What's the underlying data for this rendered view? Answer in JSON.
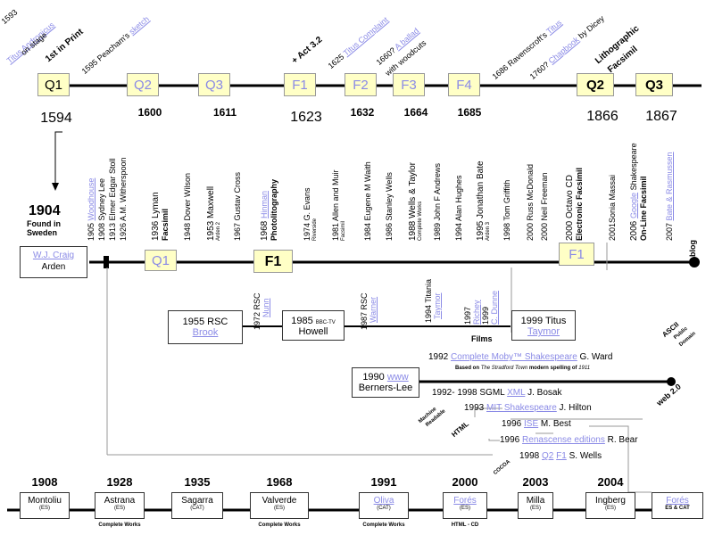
{
  "top": {
    "q1_1594": "Q1",
    "q2_1600": "Q2",
    "q3_1611": "Q3",
    "f1_1623": "F1",
    "f2_1632": "F2",
    "f3_1664": "F3",
    "f4_1685": "F4",
    "q2_1866": "Q2",
    "q3_1867": "Q3",
    "y1594": "1594",
    "y1600": "1600",
    "y1611": "1611",
    "y1623": "1623",
    "y1632": "1632",
    "y1664": "1664",
    "y1685": "1685",
    "y1866": "1866",
    "y1867": "1867",
    "l1593": "1593",
    "l1593_link": "Titus Andronicus",
    "l1593_b": "on stage",
    "first_print": "1st in Print",
    "peacham_a": "1595 Peacham's ",
    "peacham_link": "sketch",
    "act32": "+ Act 3.2",
    "l1625": "1625 ",
    "l1625_link": "Titus Complaint",
    "l1660": "1660? ",
    "l1660_link": "A ballad",
    "l1660_b": "with woodcuts",
    "l1686": "1686 Ravenscroft's ",
    "l1686_link": "Titus",
    "l1760": "1760? ",
    "l1760_link": "Chapbook",
    "l1760_b": " by Dicey",
    "litho": "Lithographic",
    "litho_b": "Facsimil"
  },
  "middle": {
    "y1904": "1904",
    "found": "Found in",
    "sweden": "Sweden",
    "craig_link": "W.J. Craig",
    "arden": "Arden",
    "q1": "Q1",
    "f1": "F1",
    "f1_2000": "F1",
    "blog": "blog",
    "labels": [
      {
        "a": "1905 ",
        "link": "Woodhouse"
      },
      {
        "a": "1908 Sydney Lee"
      },
      {
        "a": "1913 Elmer Edgar Stoll"
      },
      {
        "a": "1926 A.M. Witherspoon"
      },
      {
        "a": "1936 Lyman",
        "b": "Facsimil"
      },
      {
        "a": "1948 Dover Wilson"
      },
      {
        "a": "1953 Maxwell",
        "c": "Arden 2"
      },
      {
        "a": "1967 Gustav Cross"
      },
      {
        "a": "1968 ",
        "link": "Hinman",
        "b": "Photolitography"
      },
      {
        "a": "1974 G. Evans",
        "c": "Riverside"
      },
      {
        "a": "1981 Allen and Muir",
        "c": "Facsimil"
      },
      {
        "a": "1984 Eugene M Waith"
      },
      {
        "a": "1986 Stanley Wells"
      },
      {
        "a": "1988 Wells & Taylor",
        "c": "Complete Works"
      },
      {
        "a": "1989 John F Andrews"
      },
      {
        "a": "1994 Alan Hughes"
      },
      {
        "a": "1995 Jonathan Bate",
        "c": "Arden 3"
      },
      {
        "a": "1998 Tom Griffith"
      },
      {
        "a": "2000 Russ McDonald"
      },
      {
        "a": "2000 Neil Freeman"
      },
      {
        "a": "2000 Octavo CD",
        "b": "Electronic Facsimil"
      },
      {
        "a": "2001Sonia Massai"
      },
      {
        "a": "2006 ",
        "link": "Google",
        "a2": " Shakespeare",
        "b": "On-Line Facsimil"
      },
      {
        "a": "2007 ",
        "link": "Bate & Rasmussen"
      }
    ]
  },
  "films": {
    "rsc1955": "1955 RSC",
    "brook": "Brook",
    "rsc1972": "1972 RSC",
    "nunn": "Nunn",
    "bbc1985": "1985 ",
    "bbc_tv": "BBC-TV",
    "howell": "Howell",
    "rsc1987": "1987 RSC",
    "warner": "Warner",
    "titania1994": "1994 Titania",
    "taymor_link1": "Taymor",
    "y1997": "1997",
    "richey": "Richey",
    "y1999": "1999",
    "c_dunne": "C. Dunne",
    "titus1999": "1999 Titus",
    "taymor": "Taymor",
    "films": "Films"
  },
  "web": {
    "moby_a": "1992 ",
    "moby_link": "Complete Moby™ Shakespeare",
    "moby_b": " G. Ward",
    "based": "Based on ",
    "stratford": "The Stradford Town",
    "modern": " modern spelling of ",
    "y1911": "1911",
    "ascii": "ASCII",
    "public": "Public",
    "domain": "Domain",
    "berners_a": "1990 ",
    "www": "www",
    "berners": "Berners-Lee",
    "web20": "web 2.0",
    "sgml_a": "1992- 1998 SGML ",
    "xml": "XML",
    "sgml_b": " J. Bosak",
    "mit_a": "1993 ",
    "mit_link": "MIT Shakespeare",
    "mit_b": " J. Hilton",
    "machine": "Machine",
    "readable": "Readable",
    "html": "HTML",
    "ise_a": "1996 ",
    "ise": "ISE",
    "ise_b": " M. Best",
    "ren_a": "1996 ",
    "ren": "Renascense editions",
    "ren_b": " R. Bear",
    "cocoa": "COCOA",
    "q2_a": "1998 ",
    "q2": "Q2",
    "f1": "F1",
    "wells": " S. Wells"
  },
  "translations": [
    {
      "year": "1908",
      "name": "Montoliu",
      "lang": "(ES)",
      "note": ""
    },
    {
      "year": "1928",
      "name": "Astrana",
      "lang": "(ES)",
      "note": "Complete Works"
    },
    {
      "year": "1935",
      "name": "Sagarra",
      "lang": "(CAT)",
      "note": ""
    },
    {
      "year": "1968",
      "name": "Valverde",
      "lang": "(ES)",
      "note": "Complete Works"
    },
    {
      "year": "1991",
      "name": "Oliva",
      "lang": "(CAT)",
      "note": "Complete Works",
      "link": true
    },
    {
      "year": "2000",
      "name": "Forés",
      "lang": "(ES)",
      "note": "HTML - CD",
      "link": true
    },
    {
      "year": "2003",
      "name": "Milla",
      "lang": "(ES)",
      "note": ""
    },
    {
      "year": "2004",
      "name": "Ingberg",
      "lang": "(ES)",
      "note": ""
    },
    {
      "year": "",
      "name": "Forés",
      "lang": "ES & CAT",
      "note": "",
      "link": true,
      "boldlang": true
    }
  ]
}
